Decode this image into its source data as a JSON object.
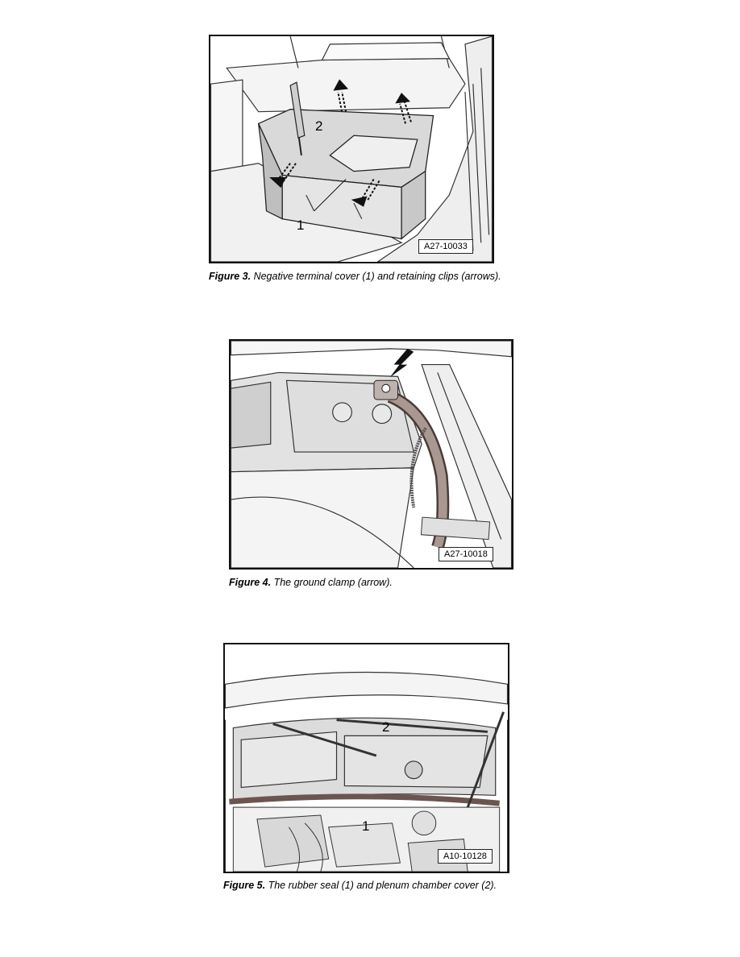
{
  "figures": [
    {
      "code": "A27-10033",
      "callouts": [
        "1",
        "2"
      ],
      "caption_label": "Figure 3.",
      "caption_text": " Negative terminal cover (1) and retaining clips (arrows)."
    },
    {
      "code": "A27-10018",
      "caption_label": "Figure 4.",
      "caption_text": " The ground clamp (arrow)."
    },
    {
      "code": "A10-10128",
      "callouts": [
        "1",
        "2"
      ],
      "caption_label": "Figure 5.",
      "caption_text": " The rubber seal (1) and plenum chamber cover (2)."
    }
  ]
}
